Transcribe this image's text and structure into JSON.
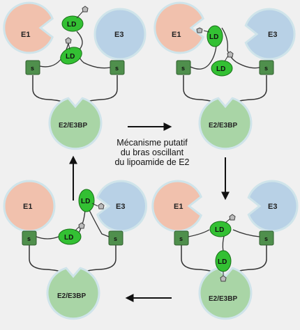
{
  "caption": {
    "line1": "Mécanisme putatif",
    "line2": "du bras oscillant",
    "line3": "du lipoamide de E2"
  },
  "labels": {
    "e1": "E1",
    "e3": "E3",
    "core": "E2/E3BP",
    "subunit": "s",
    "lipoyl": "LD"
  },
  "colors": {
    "background": "#f0f0f0",
    "e1_fill": "#f1c1ad",
    "e3_fill": "#b8d1e6",
    "core_fill": "#a9d5a6",
    "s_fill": "#4f8f4c",
    "ld_fill": "#33c033",
    "ring": "#cfe4ea",
    "arrow": "#111111"
  },
  "panels": [
    {
      "id": "top-left",
      "arm_state": "both lipoyl domains near E1"
    },
    {
      "id": "top-right",
      "arm_state": "lipoyl domains between E1 and E3"
    },
    {
      "id": "bottom-right",
      "arm_state": "lipoyl domains toward E2/E3BP core"
    },
    {
      "id": "bottom-left",
      "arm_state": "lipoyl domain at E3"
    }
  ]
}
